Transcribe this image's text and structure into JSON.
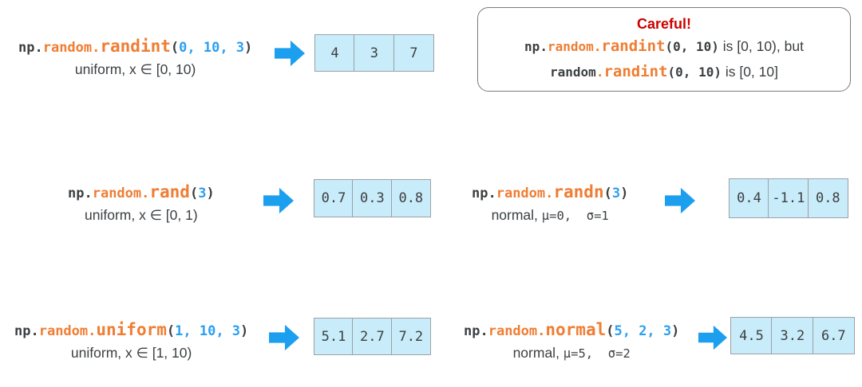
{
  "palette": {
    "orange": "#ef7d33",
    "blue": "#2b9ff0",
    "arrow_blue": "#1d9ff0",
    "dark": "#3c4043",
    "red": "#cc0000",
    "cell_bg": "#c9ecfa",
    "cell_border": "#9aa0a6"
  },
  "icons": {
    "result_arrow": "right-block-arrow"
  },
  "blocks": [
    {
      "np": "np.",
      "module": "random.",
      "func": "randint",
      "paren_open": "(",
      "args": "0, 10, 3",
      "paren_close": ")",
      "label_plain": "uniform, x ∈ [0, 10)",
      "label_stats": "",
      "cells": [
        "4",
        "3",
        "7"
      ]
    },
    {
      "np": "np.",
      "module": "random.",
      "func": "rand",
      "paren_open": "(",
      "args": "3",
      "paren_close": ")",
      "label_plain": "uniform, x ∈ [0, 1)",
      "label_stats": "",
      "cells": [
        "0.7",
        "0.3",
        "0.8"
      ]
    },
    {
      "np": "np.",
      "module": "random.",
      "func": "randn",
      "paren_open": "(",
      "args": "3",
      "paren_close": ")",
      "label_plain": "normal, ",
      "label_stats": "μ=0,  σ=1",
      "cells": [
        "0.4",
        "-1.1",
        "0.8"
      ]
    },
    {
      "np": "np.",
      "module": "random.",
      "func": "uniform",
      "paren_open": "(",
      "args": "1, 10, 3",
      "paren_close": ")",
      "label_plain": "uniform, x ∈ [1, 10)",
      "label_stats": "",
      "cells": [
        "5.1",
        "2.7",
        "7.2"
      ]
    },
    {
      "np": "np.",
      "module": "random.",
      "func": "normal",
      "paren_open": "(",
      "args": "5, 2, 3",
      "paren_close": ")",
      "label_plain": "normal, ",
      "label_stats": "μ=5,  σ=2",
      "cells": [
        "4.5",
        "3.2",
        "6.7"
      ]
    }
  ],
  "careful": {
    "title": "Careful!",
    "line1": {
      "np": "np.",
      "module": "random.",
      "func": "randint",
      "args": "(0, 10)",
      "rest": " is [0, 10), but"
    },
    "line2": {
      "module": "random",
      "dot": ".",
      "func": "randint",
      "args": "(0, 10)",
      "rest": " is [0, 10]"
    }
  }
}
